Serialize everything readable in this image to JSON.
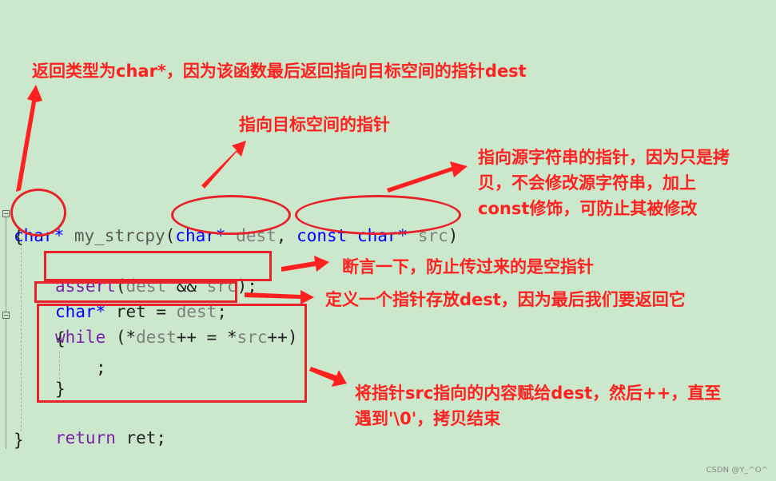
{
  "code": {
    "sig_type": "char*",
    "sig_name": "my_strcpy",
    "sig_open": "(",
    "sig_p1_type": "char*",
    "sig_p1_name": "dest",
    "sig_comma": ",",
    "sig_p2_const": "const",
    "sig_p2_type": "char*",
    "sig_p2_name": "src",
    "sig_close": ")",
    "open_brace": "{",
    "assert_kw": "assert",
    "assert_args_a": "(",
    "assert_dest": "dest",
    "assert_and": " && ",
    "assert_src": "src",
    "assert_end": ");",
    "ret_type": "char*",
    "ret_decl": " ret = ",
    "ret_dest": "dest",
    "ret_semicolon": ";",
    "while_kw": "while",
    "while_a": " (*",
    "while_dest": "dest",
    "while_b": "++ = *",
    "while_src": "src",
    "while_c": "++)",
    "inner_open": "{",
    "inner_semicolon": ";",
    "inner_close": "}",
    "return_kw": "return",
    "return_val": " ret;",
    "close_brace": "}"
  },
  "annotations": {
    "return_type": "返回类型为char*，因为该函数最后返回指向目标空间的指针dest",
    "dest_param": "指向目标空间的指针",
    "src_param_l1": "指向源字符串的指针，因为只是拷",
    "src_param_l2": "贝，不会修改源字符串，加上",
    "src_param_l3": "const修饰，可防止其被修改",
    "assert": "断言一下，防止传过来的是空指针",
    "ret": "定义一个指针存放dest，因为最后我们要返回它",
    "loop_l1": "将指针src指向的内容赋给dest，然后++，直至",
    "loop_l2": "遇到'\\0'，拷贝结束"
  },
  "watermark": "CSDN @Y_^O^",
  "colors": {
    "background": "#cbe8cc",
    "annotation": "#ff2020",
    "keyword": "#0000ff",
    "identifier": "#808080"
  }
}
